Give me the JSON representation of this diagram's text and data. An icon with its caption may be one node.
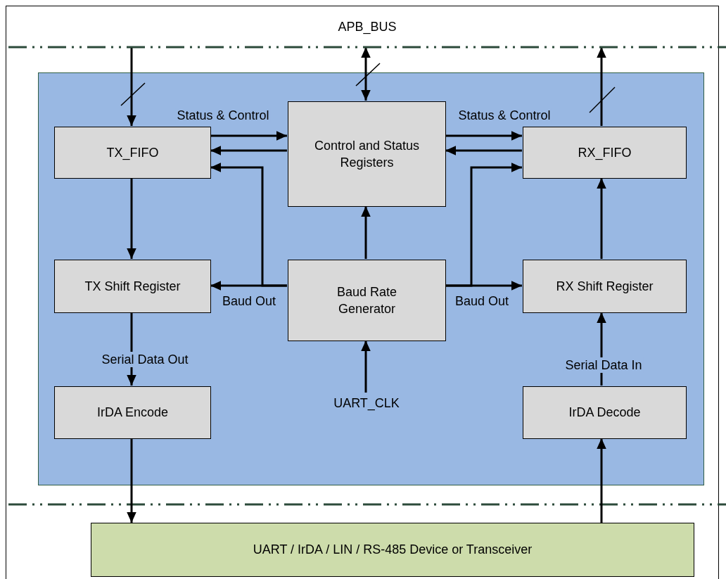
{
  "diagram": {
    "nodes": [
      {
        "text": [
          "APB_BUS"
        ]
      },
      {
        "text": [],
        "shape": "box"
      },
      {
        "text": [
          "TX_FIFO"
        ],
        "in": 1
      },
      {
        "text": [
          "Control and Status Registers"
        ],
        "in": 1
      },
      {
        "text": [
          "RX_FIFO"
        ],
        "in": 1
      },
      {
        "text": [
          "TX Shift Register"
        ],
        "in": 1
      },
      {
        "text": [
          "Baud Rate Generator"
        ],
        "in": 1
      },
      {
        "text": [
          "RX Shift Register"
        ],
        "in": 1
      },
      {
        "text": [
          "IrDA Encode"
        ],
        "in": 1
      },
      {
        "text": [
          "UART_CLK"
        ],
        "in": 1
      },
      {
        "text": [
          "IrDA Decode"
        ],
        "in": 1
      },
      {
        "text": [
          "UART / IrDA / LIN / RS-485 Device or Transceiver"
        ]
      }
    ],
    "edges": [
      {
        "from": 0,
        "to": 2,
        "arrow": "to"
      },
      {
        "from": 0,
        "to": 3,
        "arrow": "both"
      },
      {
        "from": 4,
        "to": 0,
        "arrow": "to"
      },
      {
        "from": 2,
        "to": 3,
        "arrow": "to",
        "label": "Status & Control"
      },
      {
        "from": 3,
        "to": 2,
        "arrow": "to"
      },
      {
        "from": 6,
        "to": 2,
        "arrow": "to"
      },
      {
        "from": 3,
        "to": 4,
        "arrow": "to",
        "label": "Status & Control"
      },
      {
        "from": 4,
        "to": 3,
        "arrow": "to"
      },
      {
        "from": 6,
        "to": 4,
        "arrow": "to"
      },
      {
        "from": 2,
        "to": 5,
        "arrow": "to"
      },
      {
        "from": 6,
        "to": 5,
        "arrow": "to",
        "label": "Baud Out"
      },
      {
        "from": 6,
        "to": 7,
        "arrow": "to",
        "label": "Baud Out"
      },
      {
        "from": 7,
        "to": 4,
        "arrow": "to"
      },
      {
        "from": 9,
        "to": 6,
        "arrow": "to"
      },
      {
        "from": 6,
        "to": 3,
        "arrow": "to"
      },
      {
        "from": 5,
        "to": 8,
        "arrow": "to",
        "label": "Serial Data Out"
      },
      {
        "from": 10,
        "to": 7,
        "arrow": "to",
        "label": "Serial Data In"
      },
      {
        "from": 8,
        "to": 11,
        "arrow": "to"
      },
      {
        "from": 11,
        "to": 10,
        "arrow": "to"
      }
    ]
  }
}
